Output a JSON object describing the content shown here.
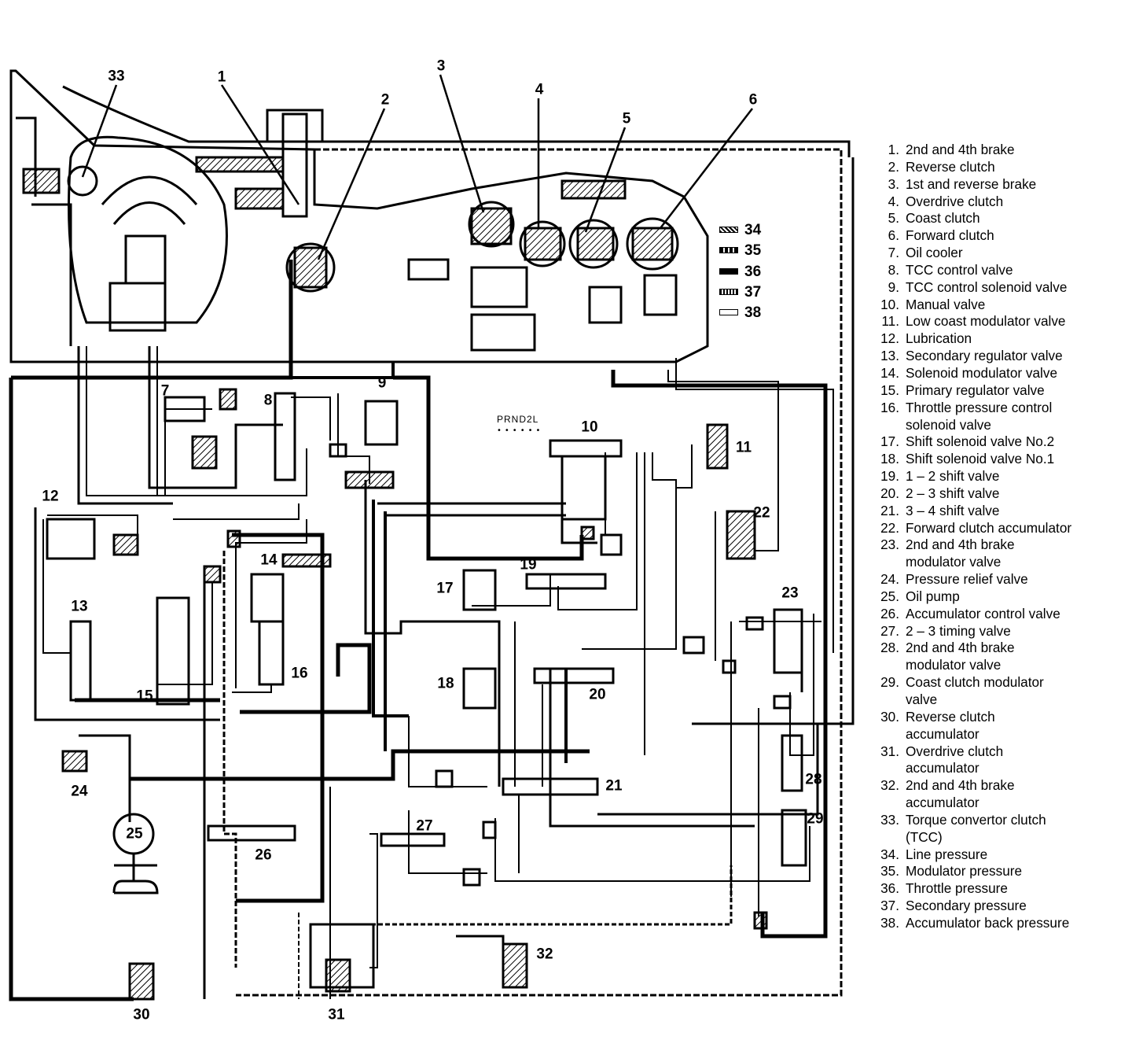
{
  "callouts": {
    "c1": "1",
    "c2": "2",
    "c3": "3",
    "c4": "4",
    "c5": "5",
    "c6": "6",
    "c7": "7",
    "c8": "8",
    "c9": "9",
    "c10": "10",
    "c11": "11",
    "c12": "12",
    "c13": "13",
    "c14": "14",
    "c15": "15",
    "c16": "16",
    "c17": "17",
    "c18": "18",
    "c19": "19",
    "c20": "20",
    "c21": "21",
    "c22": "22",
    "c23": "23",
    "c24": "24",
    "c25": "25",
    "c26": "26",
    "c27": "27",
    "c28": "28",
    "c29": "29",
    "c30": "30",
    "c31": "31",
    "c32": "32",
    "c33": "33"
  },
  "selector_label": "PRND2L",
  "pressure_key": [
    {
      "num": "34",
      "style": "hatched"
    },
    {
      "num": "35",
      "style": "dashed"
    },
    {
      "num": "36",
      "style": "solid"
    },
    {
      "num": "37",
      "style": "hatched-light"
    },
    {
      "num": "38",
      "style": "open"
    }
  ],
  "legend": [
    {
      "num": "1.",
      "text": "2nd and 4th brake"
    },
    {
      "num": "2.",
      "text": "Reverse clutch"
    },
    {
      "num": "3.",
      "text": "1st and reverse brake"
    },
    {
      "num": "4.",
      "text": "Overdrive clutch"
    },
    {
      "num": "5.",
      "text": "Coast clutch"
    },
    {
      "num": "6.",
      "text": "Forward clutch"
    },
    {
      "num": "7.",
      "text": "Oil cooler"
    },
    {
      "num": "8.",
      "text": "TCC control valve"
    },
    {
      "num": "9.",
      "text": "TCC control solenoid valve"
    },
    {
      "num": "10.",
      "text": "Manual valve"
    },
    {
      "num": "11.",
      "text": "Low coast modulator valve"
    },
    {
      "num": "12.",
      "text": "Lubrication"
    },
    {
      "num": "13.",
      "text": "Secondary regulator valve"
    },
    {
      "num": "14.",
      "text": "Solenoid modulator valve"
    },
    {
      "num": "15.",
      "text": "Primary regulator valve"
    },
    {
      "num": "16.",
      "text": "Throttle pressure control"
    },
    {
      "num": "",
      "text": "solenoid valve"
    },
    {
      "num": "17.",
      "text": "Shift solenoid valve No.2"
    },
    {
      "num": "18.",
      "text": "Shift solenoid valve No.1"
    },
    {
      "num": "19.",
      "text": "1 – 2 shift valve"
    },
    {
      "num": "20.",
      "text": "2 – 3 shift valve"
    },
    {
      "num": "21.",
      "text": "3 – 4 shift valve"
    },
    {
      "num": "22.",
      "text": "Forward clutch accumulator"
    },
    {
      "num": "23.",
      "text": "2nd and 4th brake"
    },
    {
      "num": "",
      "text": "modulator valve"
    },
    {
      "num": "24.",
      "text": "Pressure relief valve"
    },
    {
      "num": "25.",
      "text": "Oil pump"
    },
    {
      "num": "26.",
      "text": "Accumulator control valve"
    },
    {
      "num": "27.",
      "text": "2 – 3 timing valve"
    },
    {
      "num": "28.",
      "text": "2nd and 4th brake"
    },
    {
      "num": "",
      "text": "modulator valve"
    },
    {
      "num": "29.",
      "text": "Coast clutch modulator"
    },
    {
      "num": "",
      "text": "valve"
    },
    {
      "num": "30.",
      "text": "Reverse clutch"
    },
    {
      "num": "",
      "text": "accumulator"
    },
    {
      "num": "31.",
      "text": "Overdrive clutch"
    },
    {
      "num": "",
      "text": "accumulator"
    },
    {
      "num": "32.",
      "text": "2nd and 4th brake"
    },
    {
      "num": "",
      "text": "accumulator"
    },
    {
      "num": "33.",
      "text": "Torque convertor clutch"
    },
    {
      "num": "",
      "text": "(TCC)"
    },
    {
      "num": "34.",
      "text": "Line pressure"
    },
    {
      "num": "35.",
      "text": "Modulator pressure"
    },
    {
      "num": "36.",
      "text": "Throttle pressure"
    },
    {
      "num": "37.",
      "text": "Secondary pressure"
    },
    {
      "num": "38.",
      "text": "Accumulator back pressure"
    }
  ]
}
